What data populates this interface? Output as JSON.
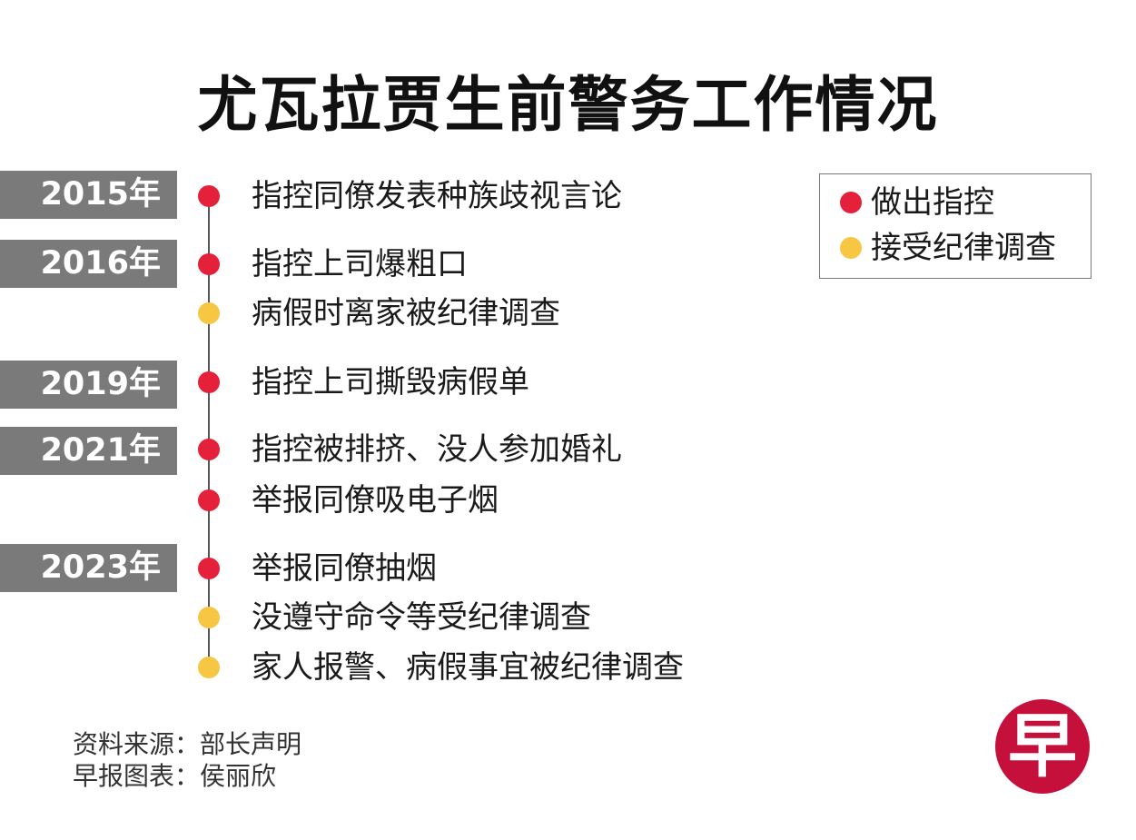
{
  "title": "尤瓦拉贾生前警务工作情况",
  "colors": {
    "accusation": "#e5203a",
    "investigation": "#f7c744",
    "year_bar": "#7a7a7a"
  },
  "years": [
    "2015年",
    "2016年",
    "2019年",
    "2021年",
    "2023年"
  ],
  "events": [
    {
      "text": "指控同僚发表种族歧视言论",
      "type": "accusation"
    },
    {
      "text": "指控上司爆粗口",
      "type": "accusation"
    },
    {
      "text": "病假时离家被纪律调查",
      "type": "investigation"
    },
    {
      "text": "指控上司撕毁病假单",
      "type": "accusation"
    },
    {
      "text": "指控被排挤、没人参加婚礼",
      "type": "accusation"
    },
    {
      "text": "举报同僚吸电子烟",
      "type": "accusation"
    },
    {
      "text": "举报同僚抽烟",
      "type": "accusation"
    },
    {
      "text": "没遵守命令等受纪律调查",
      "type": "investigation"
    },
    {
      "text": "家人报警、病假事宜被纪律调查",
      "type": "investigation"
    }
  ],
  "legend": {
    "accusation": "做出指控",
    "investigation": "接受纪律调查"
  },
  "source": {
    "line1": "资料来源：部长声明",
    "line2": "早报图表：侯丽欣"
  },
  "logo": {
    "text": "早"
  }
}
